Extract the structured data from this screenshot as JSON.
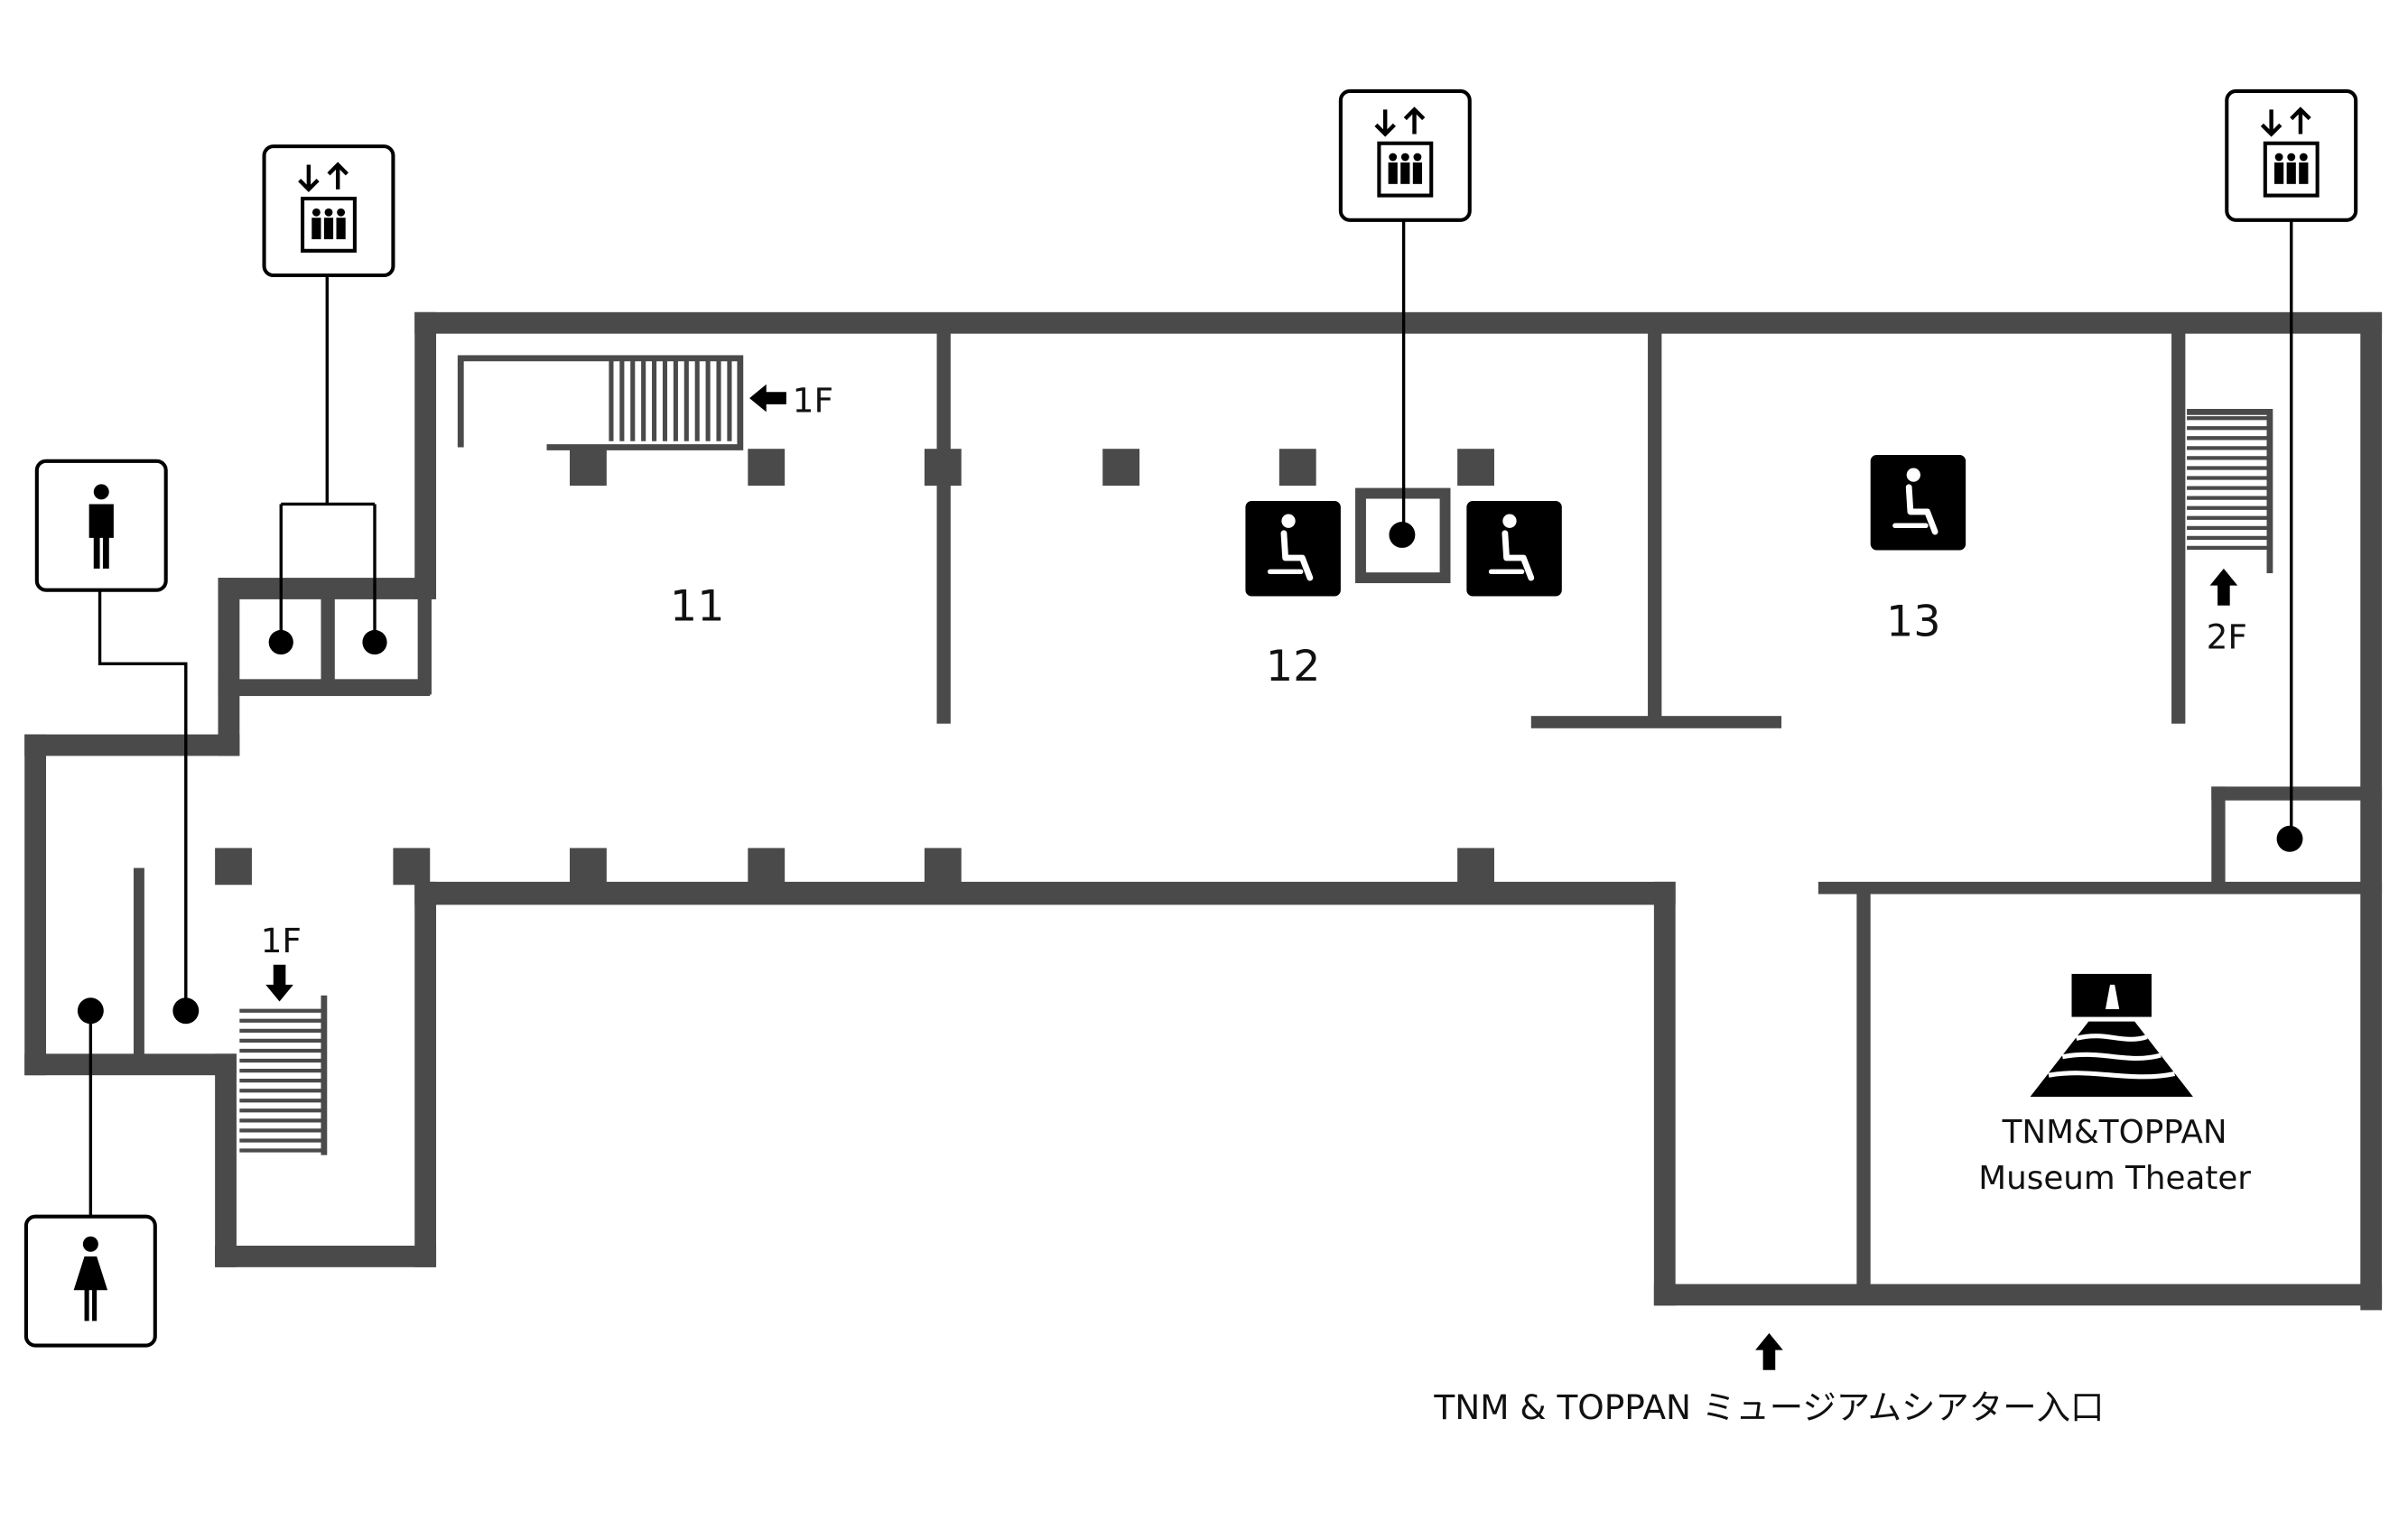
{
  "rooms": {
    "room_11": "11",
    "room_12": "12",
    "room_13": "13"
  },
  "stairs": {
    "to_1f_top": "1F",
    "to_1f_left": "1F",
    "to_2f": "2F"
  },
  "theater": {
    "line1": "TNM&TOPPAN",
    "line2": "Museum Theater"
  },
  "entrance_label": "TNM & TOPPAN ミュージアムシアター入口",
  "icons": {
    "elevator": "elevator-icon",
    "mens_restroom": "mens-restroom-icon",
    "womens_restroom": "womens-restroom-icon",
    "seating": "seating-icon",
    "arrow": "arrow-icon",
    "theater_logo": "theater-logo-icon"
  },
  "colors": {
    "wall": "#4a4a4a",
    "ink": "#000000",
    "background": "#ffffff"
  }
}
